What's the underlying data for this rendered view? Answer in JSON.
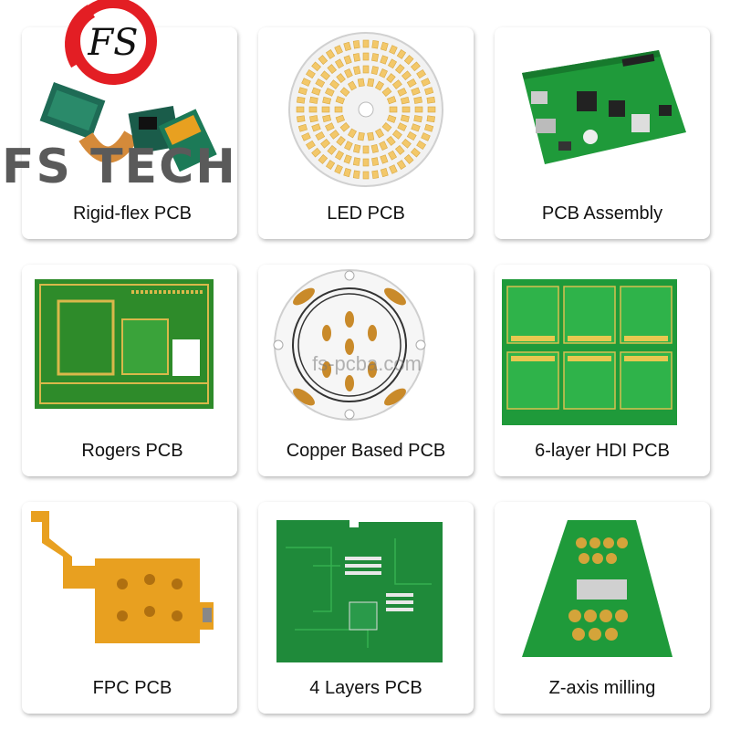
{
  "brand": {
    "name": "FS TECH",
    "monogram": "FS",
    "logo_color": "#e31e24"
  },
  "watermark": "fs-pcba.com",
  "products": [
    {
      "label": "Rigid-flex PCB"
    },
    {
      "label": "LED PCB"
    },
    {
      "label": "PCB Assembly"
    },
    {
      "label": "Rogers PCB"
    },
    {
      "label": "Copper Based PCB"
    },
    {
      "label": "6-layer HDI PCB"
    },
    {
      "label": "FPC PCB"
    },
    {
      "label": "4 Layers PCB"
    },
    {
      "label": "Z-axis milling"
    }
  ],
  "colors": {
    "pcb_green": "#1f9a3a",
    "copper": "#c98a2a",
    "flex_amber": "#e8a020",
    "text": "#111111"
  }
}
